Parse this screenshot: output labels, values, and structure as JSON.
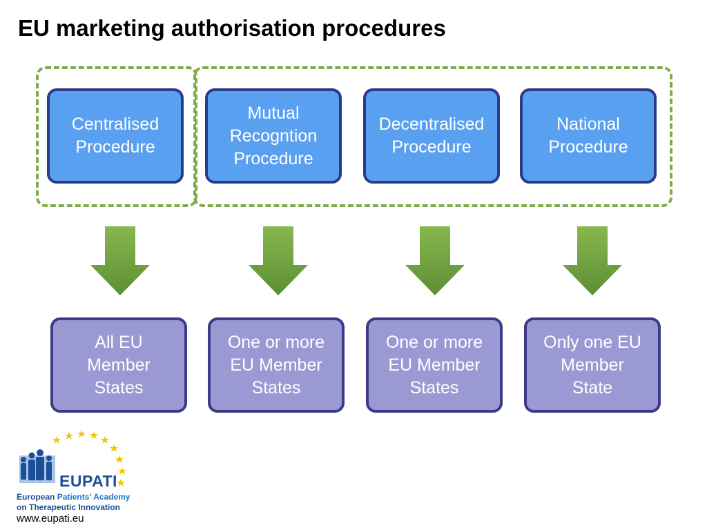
{
  "title": "EU marketing authorisation procedures",
  "procedures": [
    {
      "label": "Centralised\nProcedure"
    },
    {
      "label": "Mutual\nRecogntion\nProcedure"
    },
    {
      "label": "Decentralised\nProcedure"
    },
    {
      "label": "National\nProcedure"
    }
  ],
  "results": [
    {
      "label": "All EU\nMember\nStates"
    },
    {
      "label": "One or more\nEU Member\nStates"
    },
    {
      "label": "One or more\nEU Member\nStates"
    },
    {
      "label": "Only one EU\nMember\nState"
    }
  ],
  "colors": {
    "procedure_fill": "#5aa0f0",
    "result_fill": "#9b99d4",
    "border": "#2b3a8a",
    "dashed_group": "#7fac48",
    "arrow": "#6e9e3e",
    "logo_blue": "#1c4f96",
    "star": "#f5c400"
  },
  "logo": {
    "brand": "EUPATI",
    "line1_part1": "European ",
    "line1_part2": "Patients' Academy",
    "line2": "on Therapeutic Innovation",
    "url": "www.eupati.eu"
  }
}
